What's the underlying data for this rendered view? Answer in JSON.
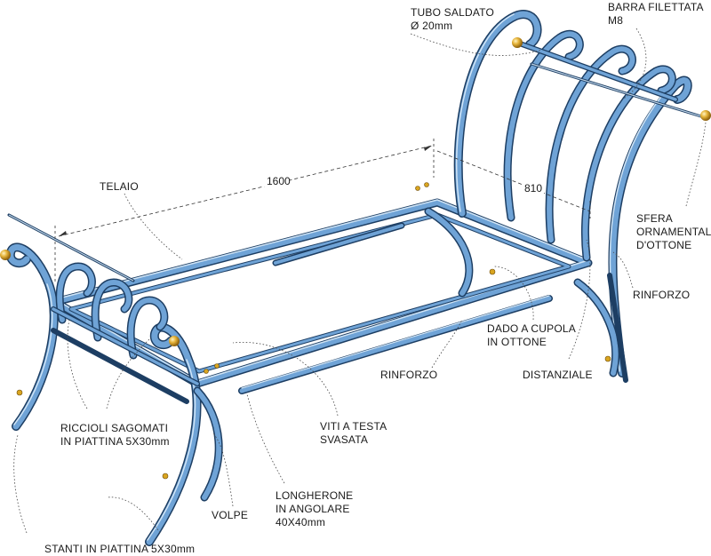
{
  "labels": {
    "tubo_saldato": "TUBO SALDATO",
    "tubo_saldato_dim": "Ø 20mm",
    "barra_filettata": "BARRA FILETTATA",
    "barra_filettata_dim": "M8",
    "telaio": "TELAIO",
    "dim_length": "1600",
    "dim_width": "810",
    "sfera_1": "SFERA",
    "sfera_2": "ORNAMENTALE",
    "sfera_3": "D'OTTONE",
    "rinforzo_right": "RINFORZO",
    "dado_1": "DADO A CUPOLA",
    "dado_2": "IN OTTONE",
    "rinforzo_center": "RINFORZO",
    "distanziale": "DISTANZIALE",
    "riccioli_1": "RICCIOLI SAGOMATI",
    "riccioli_2": "IN PIATTINA 5X30mm",
    "viti_1": "VITI A TESTA",
    "viti_2": "SVASATA",
    "longherone_1": "LONGHERONE",
    "longherone_2": "IN ANGOLARE",
    "longherone_3": "40X40mm",
    "volpe": "VOLPE",
    "stanti": "STANTI IN PIATTINA 5X30mm"
  },
  "colors": {
    "steel_dark": "#1d3e63",
    "steel_mid": "#6fa3d6",
    "steel_light": "#cfe4f6",
    "brass": "#d9a520"
  }
}
